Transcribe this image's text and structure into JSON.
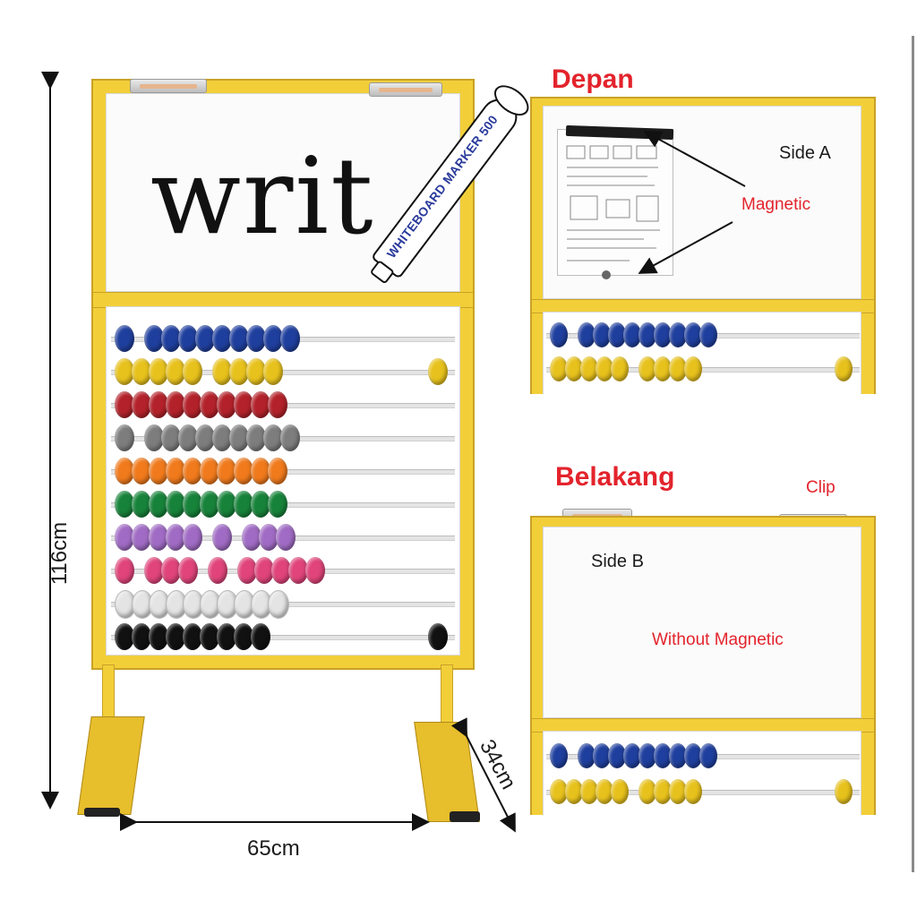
{
  "labels": {
    "depan": "Depan",
    "belakang": "Belakang",
    "side_a": "Side A",
    "side_b": "Side B",
    "magnetic": "Magnetic",
    "without_magnetic": "Without Magnetic",
    "clip": "Clip",
    "height": "116cm",
    "width": "65cm",
    "depth": "34cm",
    "handwriting": "writ",
    "marker_text": "WHITEBOARD MARKER 500"
  },
  "colors": {
    "frame": "#f2cf39",
    "red_label": "#e3232c",
    "bead_rows": [
      "#1f3f9e",
      "#e8c21c",
      "#b3222a",
      "#7d7d7d",
      "#f07a1c",
      "#17833a",
      "#a06bc4",
      "#e0447a",
      "#e4e4e4",
      "#111111"
    ]
  },
  "abacus": {
    "rows": [
      {
        "color": "#1f3f9e",
        "groups": [
          [
            1
          ],
          [
            9
          ]
        ]
      },
      {
        "color": "#e8c21c",
        "groups": [
          [
            5
          ],
          [
            4
          ],
          [
            1
          ]
        ]
      },
      {
        "color": "#b3222a",
        "groups": [
          [
            10
          ]
        ]
      },
      {
        "color": "#7d7d7d",
        "groups": [
          [
            1
          ],
          [
            9
          ]
        ]
      },
      {
        "color": "#f07a1c",
        "groups": [
          [
            10
          ]
        ]
      },
      {
        "color": "#17833a",
        "groups": [
          [
            10
          ]
        ]
      },
      {
        "color": "#a06bc4",
        "groups": [
          [
            5
          ],
          [
            1
          ],
          [
            3
          ]
        ]
      },
      {
        "color": "#e0447a",
        "groups": [
          [
            1
          ],
          [
            3
          ],
          [
            1
          ],
          [
            5
          ]
        ]
      },
      {
        "color": "#e4e4e4",
        "groups": [
          [
            10
          ]
        ]
      },
      {
        "color": "#111111",
        "groups": [
          [
            9
          ],
          [
            1
          ]
        ]
      }
    ]
  }
}
